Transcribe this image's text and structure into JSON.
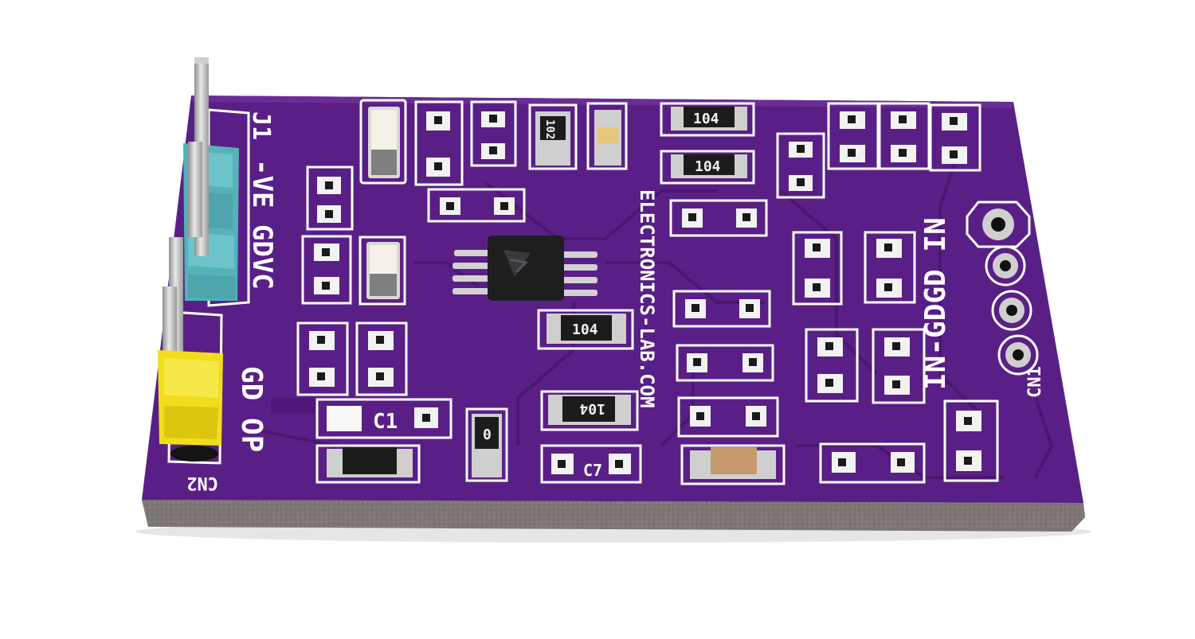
{
  "board": {
    "website_text": "ELECTRONICS-LAB.COM",
    "colors": {
      "board": "#5a1f86",
      "board_edge": "#7d7674",
      "silkscreen": "#ffffff",
      "copper_pad": "#cfcfcf",
      "header_blue": "#54b2b8",
      "header_yellow": "#f0de1c",
      "ic_body": "#1e1e20"
    }
  },
  "left_labels": {
    "j1": "J1",
    "power_pins": "-VE GDVC",
    "output_pins": "GD OP",
    "cn2": "CN2"
  },
  "right_labels": {
    "in_pins": "IN-GDGD IN",
    "cn1": "CN1"
  },
  "component_markings": {
    "r_top_1": "104",
    "r_top_2": "104",
    "r_center": "104",
    "r_bottom": "104",
    "r_small": "102",
    "c1": "C1",
    "c7": "C7",
    "r_small_2": "0"
  }
}
